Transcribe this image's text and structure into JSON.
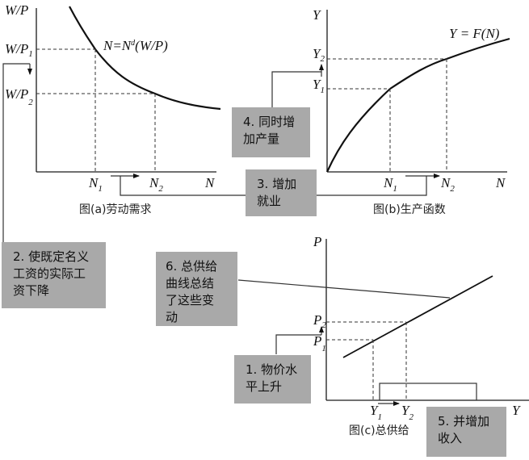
{
  "panels": {
    "a": {
      "caption": "图(a)劳动需求",
      "y_axis_label": "W/P",
      "x_axis_label": "N",
      "y_ticks": [
        "W/P1",
        "W/P2"
      ],
      "x_ticks": [
        "N1",
        "N2"
      ],
      "curve_label": "N=Nd(W/P)"
    },
    "b": {
      "caption": "图(b)生产函数",
      "y_axis_label": "Y",
      "x_axis_label": "N",
      "y_ticks": [
        "Y1",
        "Y2"
      ],
      "x_ticks": [
        "N1",
        "N2"
      ],
      "curve_label": "Y = F(N)"
    },
    "c": {
      "caption": "图(c)总供给",
      "y_axis_label": "P",
      "x_axis_label": "Y",
      "y_ticks": [
        "P1",
        "P2"
      ],
      "x_ticks": [
        "Y1",
        "Y2"
      ]
    }
  },
  "steps": [
    {
      "id": 1,
      "text": "1. 物价水\n平上升"
    },
    {
      "id": 2,
      "text": "2. 使既定名义\n工资的实际工\n资下降"
    },
    {
      "id": 3,
      "text": "3. 增加\n就业"
    },
    {
      "id": 4,
      "text": "4. 同时增\n加产量"
    },
    {
      "id": 5,
      "text": "5. 并增加\n收入"
    },
    {
      "id": 6,
      "text": "6. 总供给\n曲线总结\n了这些变\n动"
    }
  ],
  "colors": {
    "box_fill": "#a9a9a9",
    "line": "#111111"
  }
}
